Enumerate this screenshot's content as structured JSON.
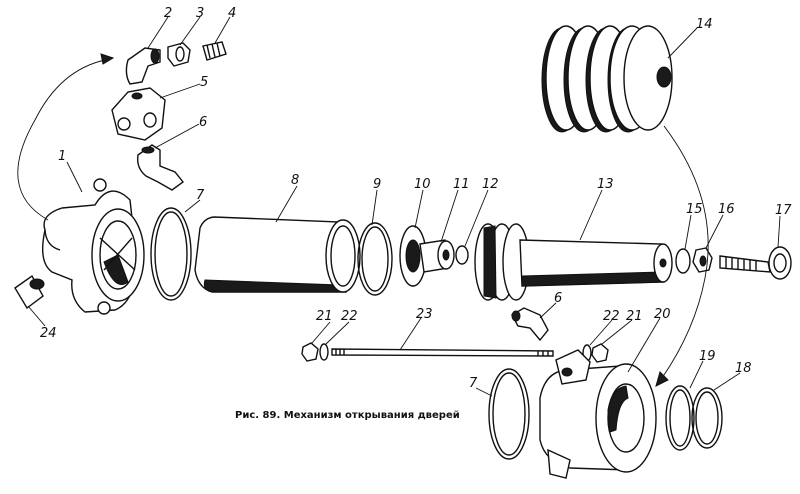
{
  "caption": "Рис. 89. Механизм открывания дверей",
  "callouts": {
    "c1": "1",
    "c2": "2",
    "c3": "3",
    "c4": "4",
    "c5": "5",
    "c6a": "6",
    "c6b": "6",
    "c7a": "7",
    "c7b": "7",
    "c8": "8",
    "c9": "9",
    "c10": "10",
    "c11": "11",
    "c12": "12",
    "c13": "13",
    "c14": "14",
    "c15": "15",
    "c16": "16",
    "c17": "17",
    "c18": "18",
    "c19": "19",
    "c20": "20",
    "c21a": "21",
    "c21b": "21",
    "c22a": "22",
    "c22b": "22",
    "c23": "23",
    "c24": "24"
  }
}
